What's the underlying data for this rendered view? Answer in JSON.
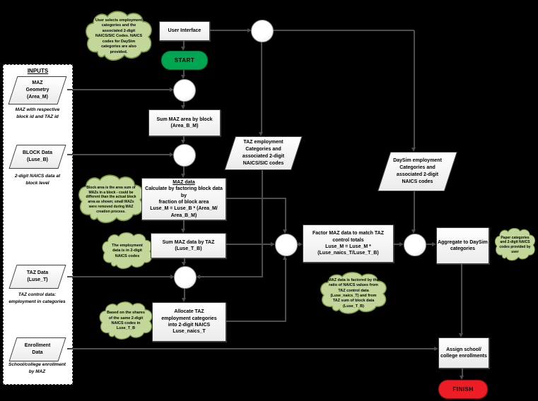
{
  "colors": {
    "start_green": "#00A651",
    "finish_red": "#EE1C25",
    "cloud_green": "#C4D79B",
    "connector_gray": "#4D4D4D"
  },
  "inputs": {
    "title": "INPUTS",
    "items": [
      {
        "label": "MAZ\nGeometry\n(Area_M)",
        "note": "MAZ with respective\nblock id and TAZ id"
      },
      {
        "label": "BLOCK Data\n(Luse_B)",
        "note": "2-digit NAICS data at\nblock level"
      },
      {
        "label": "TAZ Data\n(Luse_T)",
        "note": "TAZ control data:\nemployment in categories"
      },
      {
        "label": "Enrollment\nData",
        "note": "School/college enrollment\nby MAZ"
      }
    ]
  },
  "nodes": {
    "user_interface": "User Interface",
    "start": "START",
    "finish": "FINISH",
    "sum_maz_area": "Sum MAZ area by block\n(Area_B_M)",
    "taz_categories": "TAZ employment\nCategories and\nassociated 2-digit\nNAICS/SIC codes",
    "maz_data_title": "MAZ data",
    "maz_data_body": "Calculate by factoring block data by\nfraction of block area\nLuse_M = Luse_B * (Area_M/\nArea_B_M)",
    "sum_maz_taz": "Sum MAZ data by TAZ\n(Luse_T_B)",
    "allocate": "Allocate TAZ\nemployment categories\ninto 2-digit NAICS\nLuse_naics_T",
    "factor": "Factor MAZ data to match TAZ\ncontrol totals\nLuse_M = Luse_M *\n(Luse_naics_T/Luse_T_B)",
    "daysim_categories": "DaySim employment\nCategories and\nassociated 2-digit\nNAICS codes",
    "aggregate": "Aggregate to DaySim\ncategories",
    "assign": "Assign school/\ncollege enrollments"
  },
  "clouds": [
    {
      "text": "User selects employment categories and the associated 2-digit NAICS/SIC Codes. NAICS codes for DaySim categories are also provided."
    },
    {
      "text": "Block area is the area sum of MAZs in a block - could be different than the actual block area as shown; small MAZs were removed during MAZ creation process."
    },
    {
      "text": "The employment data is in 2-digit NAICS codes"
    },
    {
      "text": "Based on the shares of the same 2-digit NAICS codes in Luse_T_B"
    },
    {
      "text": "MAZ data is factored by the ratio of NAICS values from TAZ control data (Luse_naics_T) and from TAZ sum of block data (Luse_T_B)"
    },
    {
      "text": "Paper categories and 2-digit NAICS codes provided by user"
    }
  ]
}
